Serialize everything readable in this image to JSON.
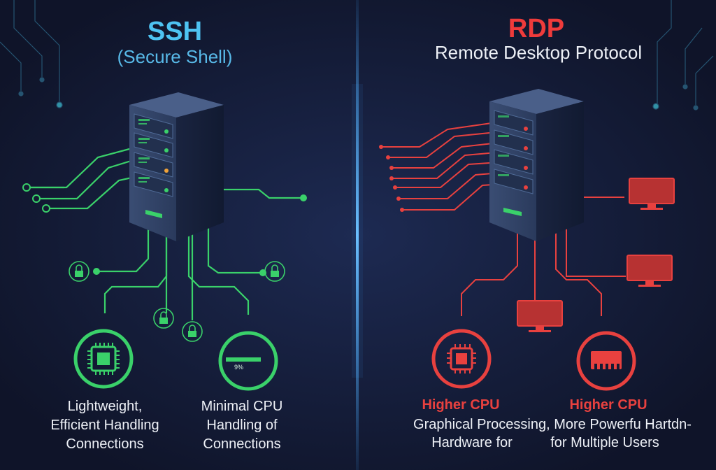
{
  "ssh": {
    "title": "SSH",
    "subtitle": "(Secure Shell)",
    "features": [
      {
        "lines": [
          "Lightweight,",
          "Efficient Handling",
          "Connections"
        ],
        "icon": "cpu-chip-icon"
      },
      {
        "lines": [
          "Minimal CPU",
          "Handling of",
          "Connections"
        ],
        "icon": "cpu-gauge-icon",
        "gauge_text": "9%"
      }
    ]
  },
  "rdp": {
    "title": "RDP",
    "subtitle": "Remote Desktop Protocol",
    "features": [
      {
        "heading": "Higher CPU",
        "icon": "cpu-chip-icon"
      },
      {
        "heading": "Higher CPU",
        "icon": "ram-module-icon"
      }
    ],
    "bottom_lines": [
      "Graphical Processing, More Powerfu Hartdn-",
      "Hardware for",
      "for Multiple Users"
    ]
  },
  "colors": {
    "background": "#141b33",
    "ssh_accent": "#3ad16a",
    "ssh_title": "#4ec3f2",
    "rdp_accent": "#e8413f",
    "divider": "#3fa6ff",
    "text": "#eef1f7"
  },
  "icons": [
    "server-rack-icon",
    "padlock-icon",
    "monitor-icon",
    "circuit-trace-icon"
  ]
}
